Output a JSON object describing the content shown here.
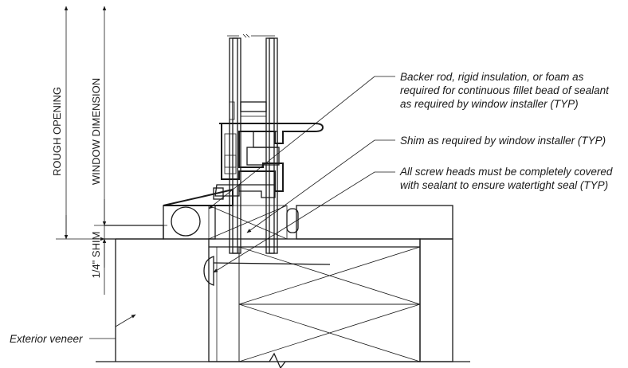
{
  "dimensions": {
    "rough_opening": "ROUGH OPENING",
    "window_dimension": "WINDOW DIMENSION",
    "shim": "1/4\" SHIM"
  },
  "notes": {
    "backer_rod": [
      "Backer rod, rigid insulation, or foam as",
      "required for continuous fillet bead of sealant",
      "as required by window installer (TYP)"
    ],
    "shim": [
      "Shim as required by window installer (TYP)"
    ],
    "screw_heads": [
      "All screw heads must be completely covered",
      "with sealant to ensure watertight seal (TYP)"
    ],
    "exterior_veneer": "Exterior veneer"
  }
}
